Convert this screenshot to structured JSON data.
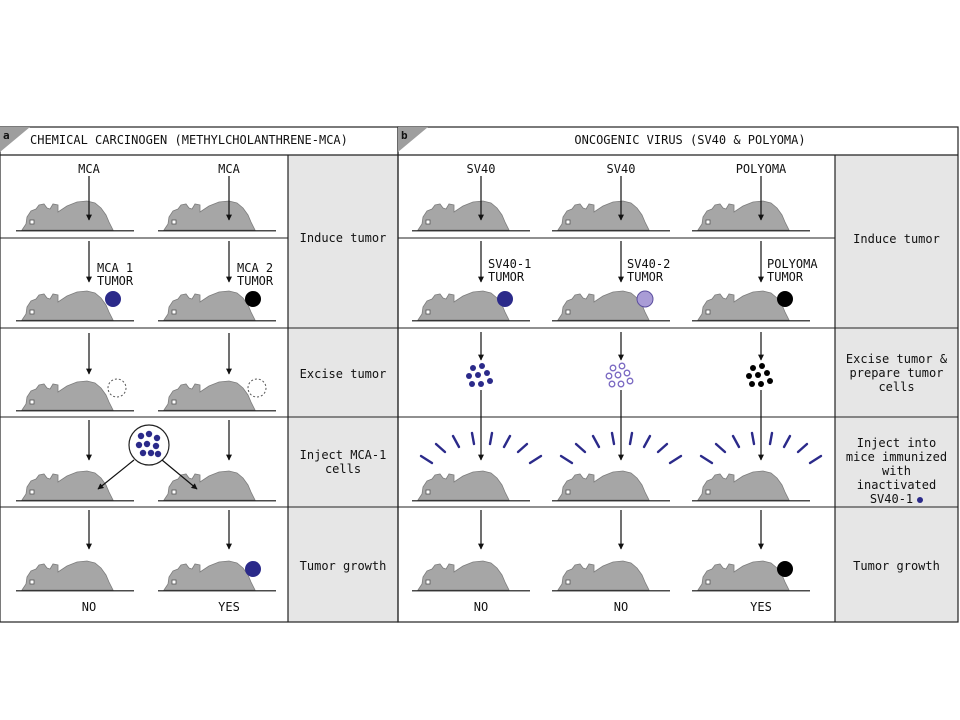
{
  "panel_a": {
    "letter": "a",
    "title": "CHEMICAL CARCINOGEN (METHYLCHOLANTHRENE-MCA)",
    "columns": [
      {
        "agent": "MCA",
        "tumor_label": [
          "MCA 1",
          "TUMOR"
        ],
        "result": "NO"
      },
      {
        "agent": "MCA",
        "tumor_label": [
          "MCA 2",
          "TUMOR"
        ],
        "result": "YES"
      }
    ],
    "steps": [
      "Induce tumor",
      "Excise tumor",
      "Inject MCA-1 cells",
      "Tumor growth"
    ]
  },
  "panel_b": {
    "letter": "b",
    "title": "ONCOGENIC VIRUS (SV40 & POLYOMA)",
    "columns": [
      {
        "agent": "SV40",
        "tumor_label": [
          "SV40-1",
          "TUMOR"
        ],
        "result": "NO"
      },
      {
        "agent": "SV40",
        "tumor_label": [
          "SV40-2",
          "TUMOR"
        ],
        "result": "NO"
      },
      {
        "agent": "POLYOMA",
        "tumor_label": [
          "POLYOMA",
          "TUMOR"
        ],
        "result": "YES"
      }
    ],
    "steps": [
      "Induce tumor",
      "Excise tumor & prepare tumor cells",
      "Inject into mice immunized with inactivated SV40-1",
      "Tumor growth"
    ]
  },
  "colors": {
    "mouse": "#a6a6a6",
    "label_bg": "#e6e6e6",
    "mca1_tumor": "#2b2a8a",
    "mca2_tumor": "#000000",
    "sv40_1_tumor": "#2b2a8a",
    "sv40_2_tumor": "#a99cd6",
    "polyoma_tumor": "#000000",
    "immunization_lines": "#2b2a8a"
  }
}
